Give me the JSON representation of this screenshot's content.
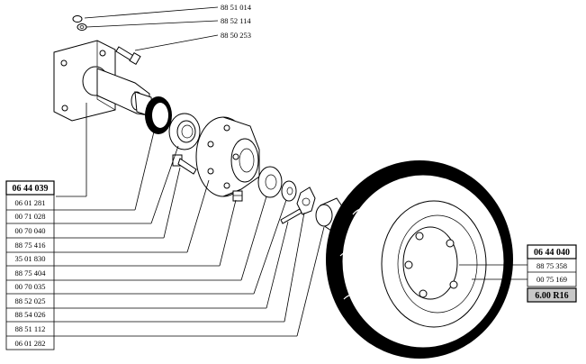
{
  "top_callouts": [
    "88 51 014",
    "88 52 114",
    "88 50 253"
  ],
  "left_group": {
    "header": "06 44 039",
    "items": [
      "06 01 281",
      "00 71 028",
      "00 70 040",
      "88 75 416",
      "35 01 830",
      "88 75 404",
      "00 70 035",
      "88 52 025",
      "88 54 026",
      "88 51 112",
      "06 01 282"
    ]
  },
  "right_group": {
    "header": "06 44 040",
    "items": [
      "88 75 358",
      "00 75 169"
    ],
    "tyre_size": "6.00 R16"
  }
}
